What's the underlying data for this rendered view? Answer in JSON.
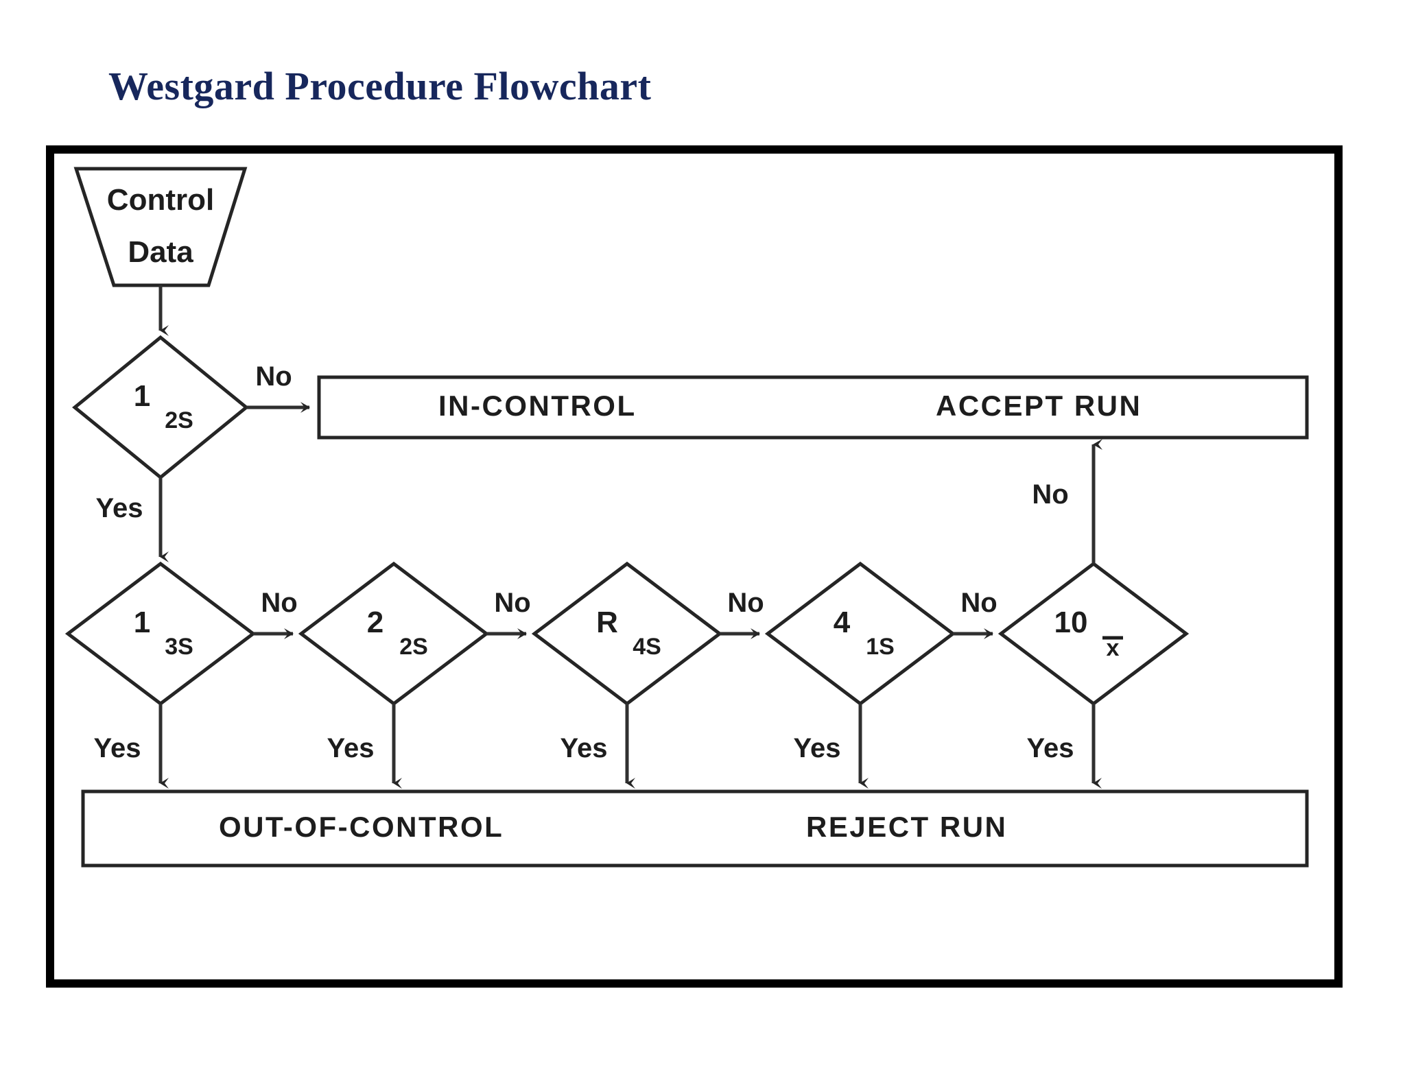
{
  "page": {
    "title": "Westgard Procedure Flowchart",
    "title_color": "#17275c",
    "background": "#ffffff",
    "frame_color": "#000000"
  },
  "chart_data": {
    "type": "diagram",
    "diagram_kind": "flowchart",
    "title": "Westgard Procedure Flowchart",
    "nodes": [
      {
        "id": "control-data",
        "shape": "trapezoid",
        "label": "Control",
        "label2": "Data",
        "text": "Control Data"
      },
      {
        "id": "rule-1-2s",
        "shape": "diamond",
        "label": "1",
        "sub": "2S",
        "text": "1 2S"
      },
      {
        "id": "in-control",
        "shape": "rectangle",
        "label_left": "IN-CONTROL",
        "label_right": "ACCEPT RUN"
      },
      {
        "id": "rule-1-3s",
        "shape": "diamond",
        "label": "1",
        "sub": "3S",
        "text": "1 3S"
      },
      {
        "id": "rule-2-2s",
        "shape": "diamond",
        "label": "2",
        "sub": "2S",
        "text": "2 2S"
      },
      {
        "id": "rule-r-4s",
        "shape": "diamond",
        "label": "R",
        "sub": "4S",
        "text": "R 4S"
      },
      {
        "id": "rule-4-1s",
        "shape": "diamond",
        "label": "4",
        "sub": "1S",
        "text": "4 1S"
      },
      {
        "id": "rule-10-xbar",
        "shape": "diamond",
        "label": "10",
        "sub": "x",
        "sub_overbar": true,
        "text": "10 x-bar"
      },
      {
        "id": "out-of-control",
        "shape": "rectangle",
        "label_left": "OUT-OF-CONTROL",
        "label_right": "REJECT RUN"
      }
    ],
    "edges": [
      {
        "from": "control-data",
        "to": "rule-1-2s",
        "label": ""
      },
      {
        "from": "rule-1-2s",
        "to": "in-control",
        "label": "No"
      },
      {
        "from": "rule-1-2s",
        "to": "rule-1-3s",
        "label": "Yes"
      },
      {
        "from": "rule-1-3s",
        "to": "rule-2-2s",
        "label": "No"
      },
      {
        "from": "rule-1-3s",
        "to": "out-of-control",
        "label": "Yes"
      },
      {
        "from": "rule-2-2s",
        "to": "rule-r-4s",
        "label": "No"
      },
      {
        "from": "rule-2-2s",
        "to": "out-of-control",
        "label": "Yes"
      },
      {
        "from": "rule-r-4s",
        "to": "rule-4-1s",
        "label": "No"
      },
      {
        "from": "rule-r-4s",
        "to": "out-of-control",
        "label": "Yes"
      },
      {
        "from": "rule-4-1s",
        "to": "rule-10-xbar",
        "label": "No"
      },
      {
        "from": "rule-4-1s",
        "to": "out-of-control",
        "label": "Yes"
      },
      {
        "from": "rule-10-xbar",
        "to": "in-control",
        "label": "No"
      },
      {
        "from": "rule-10-xbar",
        "to": "out-of-control",
        "label": "Yes"
      }
    ]
  },
  "labels": {
    "control_line1": "Control",
    "control_line2": "Data",
    "in_control": "IN-CONTROL",
    "accept_run": "ACCEPT RUN",
    "out_of_control": "OUT-OF-CONTROL",
    "reject_run": "REJECT RUN",
    "yes": "Yes",
    "no": "No",
    "r1_main": "1",
    "r1_sub": "2S",
    "r2_main": "1",
    "r2_sub": "3S",
    "r3_main": "2",
    "r3_sub": "2S",
    "r4_main": "R",
    "r4_sub": "4S",
    "r5_main": "4",
    "r5_sub": "1S",
    "r6_main": "10",
    "r6_sub": "x"
  }
}
